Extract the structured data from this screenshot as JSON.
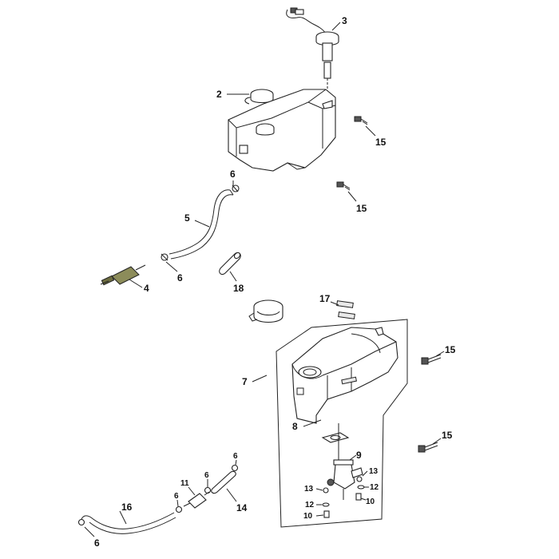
{
  "title": "Fuel tank assembly exploded view",
  "colors": {
    "line": "#222222",
    "filter_body": "#8c8c5a",
    "background": "#ffffff"
  },
  "callouts": {
    "c2": "2",
    "c3": "3",
    "c4": "4",
    "c5": "5",
    "c6a": "6",
    "c6b": "6",
    "c6c": "6",
    "c6d": "6",
    "c6e": "6",
    "c6f": "6",
    "c7": "7",
    "c8": "8",
    "c9": "9",
    "c10a": "10",
    "c10b": "10",
    "c11": "11",
    "c12a": "12",
    "c12b": "12",
    "c13a": "13",
    "c13b": "13",
    "c14": "14",
    "c15a": "15",
    "c15b": "15",
    "c15c": "15",
    "c15d": "15",
    "c16": "16",
    "c17": "17",
    "c18": "18"
  }
}
